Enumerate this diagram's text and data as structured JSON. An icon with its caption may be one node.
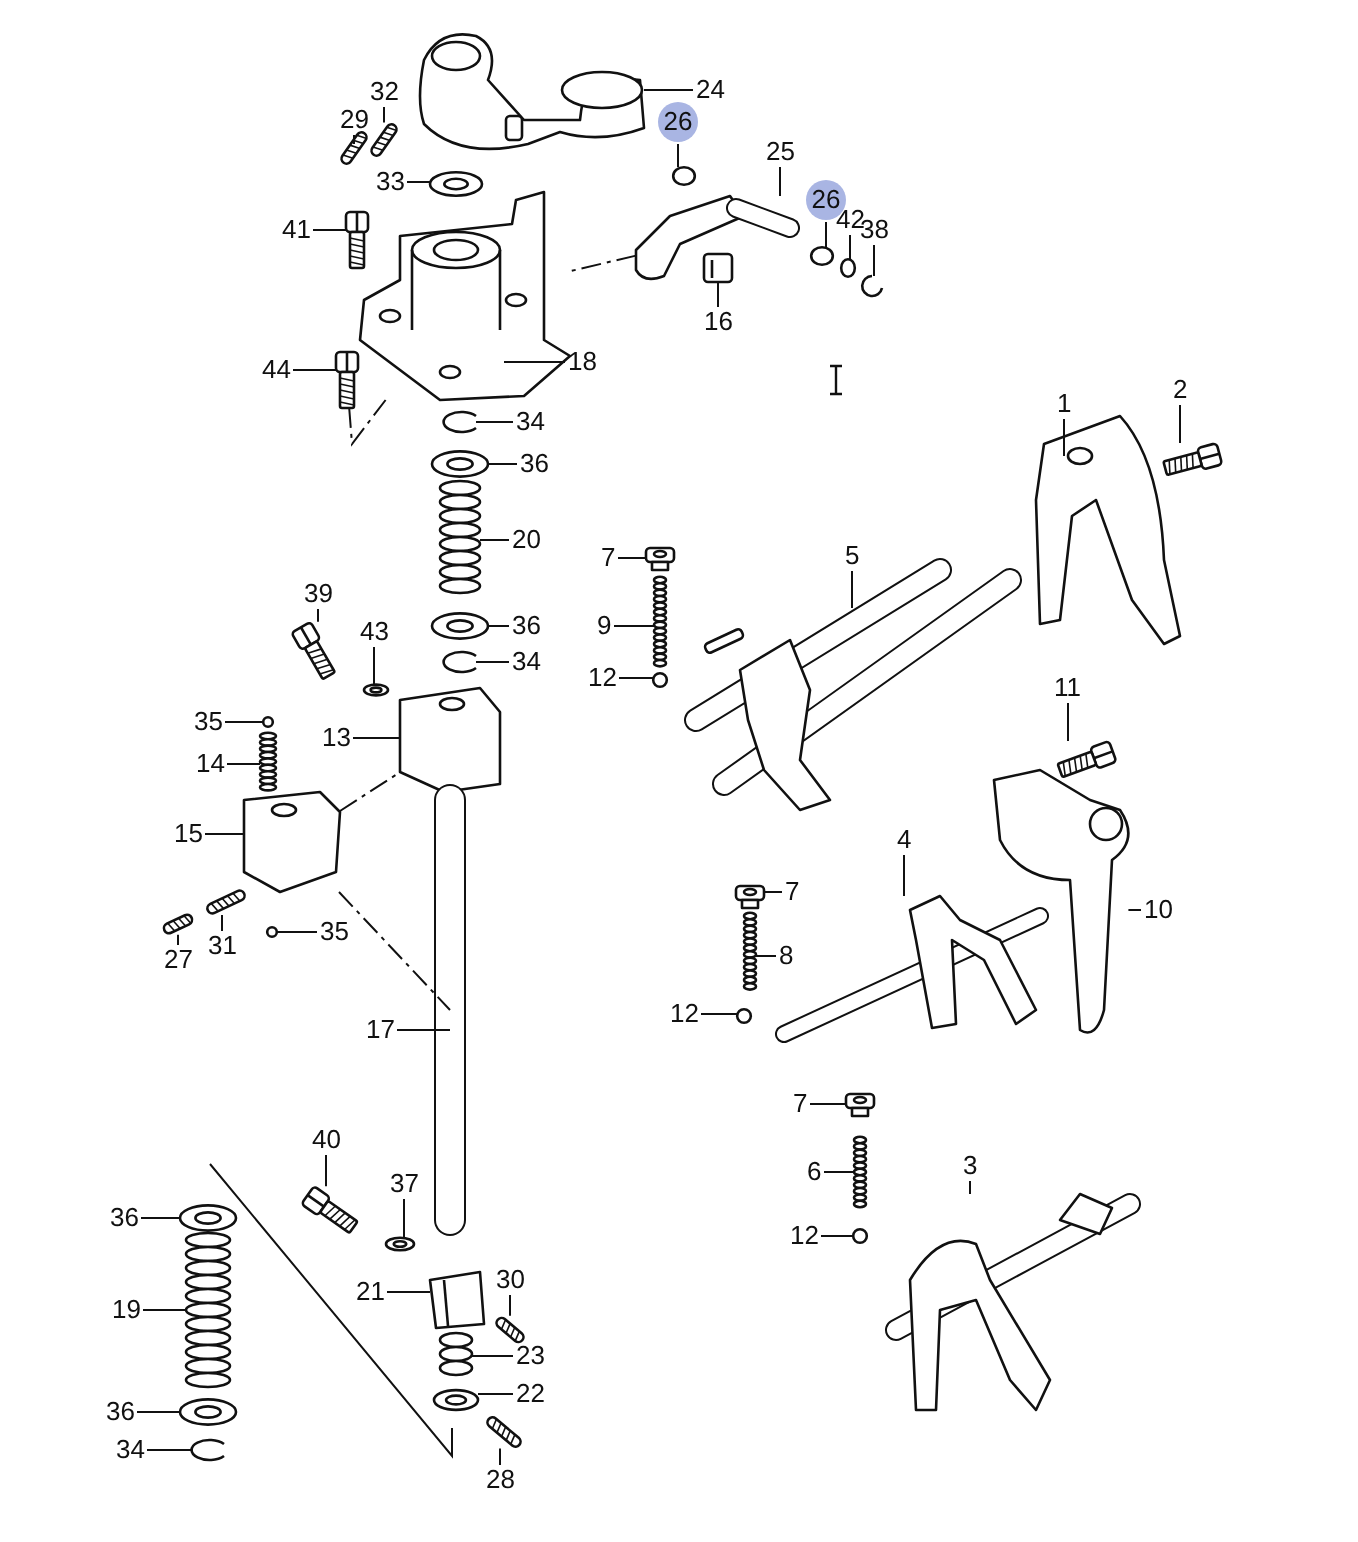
{
  "diagram": {
    "nodes": [
      {
        "text": [
          "24"
        ]
      },
      {
        "text": [
          "32"
        ]
      },
      {
        "text": [
          "29"
        ]
      },
      {
        "text": [
          "26"
        ]
      },
      {
        "text": [
          "25"
        ]
      },
      {
        "text": [
          "33"
        ]
      },
      {
        "text": [
          "26"
        ]
      },
      {
        "text": [
          "42"
        ]
      },
      {
        "text": [
          "38"
        ]
      },
      {
        "text": [
          "41"
        ]
      },
      {
        "text": [
          "16"
        ]
      },
      {
        "text": [
          "18"
        ]
      },
      {
        "text": [
          "44"
        ]
      },
      {
        "text": [
          "2"
        ]
      },
      {
        "text": [
          "1"
        ]
      },
      {
        "text": [
          "34"
        ]
      },
      {
        "text": [
          "36"
        ]
      },
      {
        "text": [
          "20"
        ]
      },
      {
        "text": [
          "7"
        ]
      },
      {
        "text": [
          "5"
        ]
      },
      {
        "text": [
          "39"
        ]
      },
      {
        "text": [
          "36"
        ]
      },
      {
        "text": [
          "9"
        ]
      },
      {
        "text": [
          "43"
        ]
      },
      {
        "text": [
          "34"
        ]
      },
      {
        "text": [
          "12"
        ]
      },
      {
        "text": [
          "11"
        ]
      },
      {
        "text": [
          "35"
        ]
      },
      {
        "text": [
          "13"
        ]
      },
      {
        "text": [
          "14"
        ]
      },
      {
        "text": [
          "15"
        ]
      },
      {
        "text": [
          "4"
        ]
      },
      {
        "text": [
          "7"
        ]
      },
      {
        "text": [
          "10"
        ]
      },
      {
        "text": [
          "35"
        ]
      },
      {
        "text": [
          "31"
        ]
      },
      {
        "text": [
          "8"
        ]
      },
      {
        "text": [
          "27"
        ]
      },
      {
        "text": [
          "12"
        ]
      },
      {
        "text": [
          "17"
        ]
      },
      {
        "text": [
          "7"
        ]
      },
      {
        "text": [
          "40"
        ]
      },
      {
        "text": [
          "6"
        ]
      },
      {
        "text": [
          "37"
        ]
      },
      {
        "text": [
          "3"
        ]
      },
      {
        "text": [
          "36"
        ]
      },
      {
        "text": [
          "12"
        ]
      },
      {
        "text": [
          "30"
        ]
      },
      {
        "text": [
          "21"
        ]
      },
      {
        "text": [
          "19"
        ]
      },
      {
        "text": [
          "23"
        ]
      },
      {
        "text": [
          "22"
        ]
      },
      {
        "text": [
          "36"
        ]
      },
      {
        "text": [
          "34"
        ]
      },
      {
        "text": [
          "28"
        ]
      },
      {
        "text": [],
        "shape": "picture"
      },
      {
        "text": [],
        "shape": "picture"
      },
      {
        "text": [],
        "shape": "picture"
      },
      {
        "text": [],
        "shape": "circle"
      },
      {
        "text": [],
        "shape": "picture"
      },
      {
        "text": [],
        "shape": "picture"
      },
      {
        "text": [],
        "shape": "circle"
      },
      {
        "text": [],
        "shape": "circle"
      },
      {
        "text": [],
        "shape": "picture"
      },
      {
        "text": [],
        "shape": "picture"
      },
      {
        "text": [],
        "shape": "picture"
      },
      {
        "text": [],
        "shape": "picture"
      },
      {
        "text": [],
        "shape": "picture"
      },
      {
        "text": [],
        "shape": "picture"
      },
      {
        "text": [],
        "shape": "picture"
      },
      {
        "text": [],
        "shape": "picture"
      },
      {
        "text": [],
        "shape": "picture"
      },
      {
        "text": [],
        "shape": "picture"
      },
      {
        "text": [],
        "shape": "picture"
      },
      {
        "text": [],
        "shape": "picture"
      },
      {
        "text": [],
        "shape": "picture"
      },
      {
        "text": [],
        "shape": "picture"
      },
      {
        "text": [],
        "shape": "picture"
      },
      {
        "text": [],
        "shape": "picture"
      },
      {
        "text": [],
        "shape": "picture"
      },
      {
        "text": [],
        "shape": "circle"
      },
      {
        "text": [],
        "shape": "picture"
      },
      {
        "text": [],
        "shape": "circle"
      },
      {
        "text": [],
        "shape": "picture"
      },
      {
        "text": [],
        "shape": "picture"
      },
      {
        "text": [],
        "shape": "picture"
      },
      {
        "text": [],
        "shape": "picture"
      },
      {
        "text": [],
        "shape": "picture"
      },
      {
        "text": [],
        "shape": "picture"
      },
      {
        "text": [],
        "shape": "circle"
      },
      {
        "text": [],
        "shape": "picture"
      },
      {
        "text": [],
        "shape": "picture"
      },
      {
        "text": [],
        "shape": "picture"
      },
      {
        "text": [],
        "shape": "circle"
      },
      {
        "text": [],
        "shape": "picture"
      },
      {
        "text": [],
        "shape": "picture"
      },
      {
        "text": [],
        "shape": "picture"
      },
      {
        "text": [],
        "shape": "picture"
      },
      {
        "text": [],
        "shape": "picture"
      },
      {
        "text": [],
        "shape": "picture"
      },
      {
        "text": [],
        "shape": "picture"
      },
      {
        "text": [],
        "shape": "circle"
      },
      {
        "text": [],
        "shape": "picture"
      },
      {
        "text": [],
        "shape": "picture"
      },
      {
        "text": [],
        "shape": "picture"
      },
      {
        "text": [],
        "shape": "picture"
      },
      {
        "text": [],
        "shape": "picture"
      },
      {
        "text": [],
        "shape": "picture"
      },
      {
        "text": [],
        "shape": "picture"
      },
      {
        "text": [],
        "shape": "picture"
      }
    ],
    "edges": [
      {
        "from": 0,
        "to": 55,
        "arrow": "none"
      },
      {
        "from": 1,
        "to": 56,
        "arrow": "none"
      },
      {
        "from": 2,
        "to": 57,
        "arrow": "none"
      },
      {
        "from": 3,
        "to": 58,
        "arrow": "none"
      },
      {
        "from": 4,
        "to": 59,
        "arrow": "none"
      },
      {
        "from": 5,
        "to": 60,
        "arrow": "none"
      },
      {
        "from": 6,
        "to": 61,
        "arrow": "none"
      },
      {
        "from": 7,
        "to": 62,
        "arrow": "none"
      },
      {
        "from": 8,
        "to": 63,
        "arrow": "none"
      },
      {
        "from": 9,
        "to": 64,
        "arrow": "none"
      },
      {
        "from": 10,
        "to": 65,
        "arrow": "none"
      },
      {
        "from": 11,
        "to": 66,
        "arrow": "none"
      },
      {
        "from": 12,
        "to": 67,
        "arrow": "none"
      },
      {
        "from": 13,
        "to": 68,
        "arrow": "none"
      },
      {
        "from": 14,
        "to": 69,
        "arrow": "none"
      },
      {
        "from": 15,
        "to": 70,
        "arrow": "none"
      },
      {
        "from": 16,
        "to": 71,
        "arrow": "none"
      },
      {
        "from": 17,
        "to": 72,
        "arrow": "none"
      },
      {
        "from": 18,
        "to": 73,
        "arrow": "none"
      },
      {
        "from": 19,
        "to": 74,
        "arrow": "none"
      },
      {
        "from": 20,
        "to": 75,
        "arrow": "none"
      },
      {
        "from": 21,
        "to": 76,
        "arrow": "none"
      },
      {
        "from": 22,
        "to": 77,
        "arrow": "none"
      },
      {
        "from": 23,
        "to": 78,
        "arrow": "none"
      },
      {
        "from": 24,
        "to": 79,
        "arrow": "none"
      },
      {
        "from": 25,
        "to": 80,
        "arrow": "none"
      },
      {
        "from": 26,
        "to": 81,
        "arrow": "none"
      },
      {
        "from": 27,
        "to": 82,
        "arrow": "none"
      },
      {
        "from": 28,
        "to": 83,
        "arrow": "none"
      },
      {
        "from": 29,
        "to": 84,
        "arrow": "none"
      },
      {
        "from": 30,
        "to": 85,
        "arrow": "none"
      },
      {
        "from": 31,
        "to": 86,
        "arrow": "none"
      },
      {
        "from": 32,
        "to": 87,
        "arrow": "none"
      },
      {
        "from": 33,
        "to": 88,
        "arrow": "none"
      },
      {
        "from": 34,
        "to": 89,
        "arrow": "none"
      },
      {
        "from": 35,
        "to": 90,
        "arrow": "none"
      },
      {
        "from": 36,
        "to": 91,
        "arrow": "none"
      },
      {
        "from": 37,
        "to": 92,
        "arrow": "none"
      },
      {
        "from": 38,
        "to": 93,
        "arrow": "none"
      },
      {
        "from": 39,
        "to": 94,
        "arrow": "none"
      },
      {
        "from": 40,
        "to": 95,
        "arrow": "none"
      },
      {
        "from": 41,
        "to": 96,
        "arrow": "none"
      },
      {
        "from": 42,
        "to": 97,
        "arrow": "none"
      },
      {
        "from": 43,
        "to": 98,
        "arrow": "none"
      },
      {
        "from": 44,
        "to": 99,
        "arrow": "none"
      },
      {
        "from": 45,
        "to": 100,
        "arrow": "none"
      },
      {
        "from": 46,
        "to": 101,
        "arrow": "none"
      },
      {
        "from": 47,
        "to": 102,
        "arrow": "none"
      },
      {
        "from": 48,
        "to": 103,
        "arrow": "none"
      },
      {
        "from": 49,
        "to": 104,
        "arrow": "none"
      },
      {
        "from": 50,
        "to": 105,
        "arrow": "none"
      },
      {
        "from": 51,
        "to": 106,
        "arrow": "none"
      },
      {
        "from": 52,
        "to": 107,
        "arrow": "none"
      },
      {
        "from": 53,
        "to": 108,
        "arrow": "none"
      },
      {
        "from": 54,
        "to": 109,
        "arrow": "none"
      },
      {
        "from": 59,
        "to": 66,
        "arrow": "none",
        "style": "dashed"
      },
      {
        "from": 67,
        "to": 66,
        "arrow": "none",
        "style": "dashed"
      },
      {
        "from": 85,
        "to": 83,
        "arrow": "none",
        "style": "dashed"
      },
      {
        "from": 85,
        "to": 94,
        "arrow": "none",
        "style": "dashed"
      }
    ]
  }
}
